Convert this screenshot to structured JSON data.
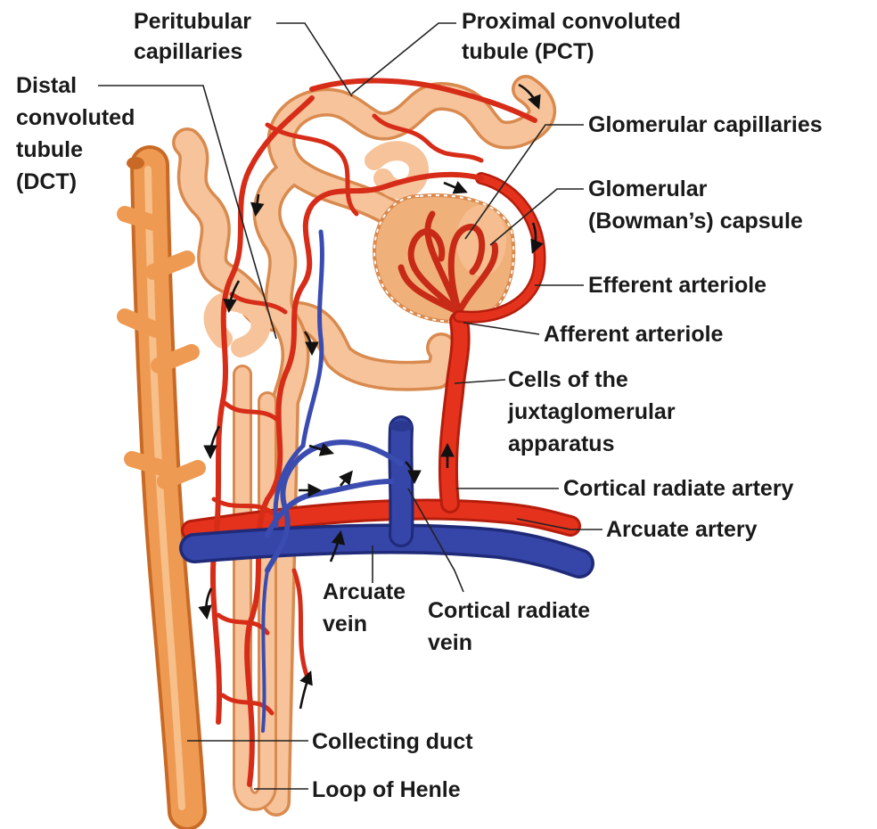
{
  "diagram": {
    "labels": {
      "peritubular": [
        "Peritubular",
        "capillaries"
      ],
      "pct": [
        "Proximal convoluted",
        "tubule (PCT)"
      ],
      "dct": [
        "Distal",
        "convoluted",
        "tubule",
        "(DCT)"
      ],
      "glom_capillaries": [
        "Glomerular capillaries"
      ],
      "glom_capsule": [
        "Glomerular",
        "(Bowman’s) capsule"
      ],
      "efferent": [
        "Efferent arteriole"
      ],
      "afferent": [
        "Afferent arteriole"
      ],
      "jg_cells": [
        "Cells of the",
        "juxtaglomerular",
        "apparatus"
      ],
      "cortical_artery": [
        "Cortical radiate artery"
      ],
      "arcuate_artery": [
        "Arcuate artery"
      ],
      "arcuate_vein": [
        "Arcuate",
        "vein"
      ],
      "cortical_vein": [
        "Cortical radiate",
        "vein"
      ],
      "collecting_duct": [
        "Collecting duct"
      ],
      "loop_henle": [
        "Loop of Henle"
      ]
    },
    "colors": {
      "tubule": "#f6c39a",
      "tubule_edge": "#d98a4e",
      "duct": "#ef9a52",
      "duct_edge": "#c86a26",
      "artery": "#e4321c",
      "artery_dark": "#b51d0c",
      "vein": "#3545a8",
      "vein_dark": "#1f2a78",
      "capsule": "#f0b07a"
    }
  }
}
